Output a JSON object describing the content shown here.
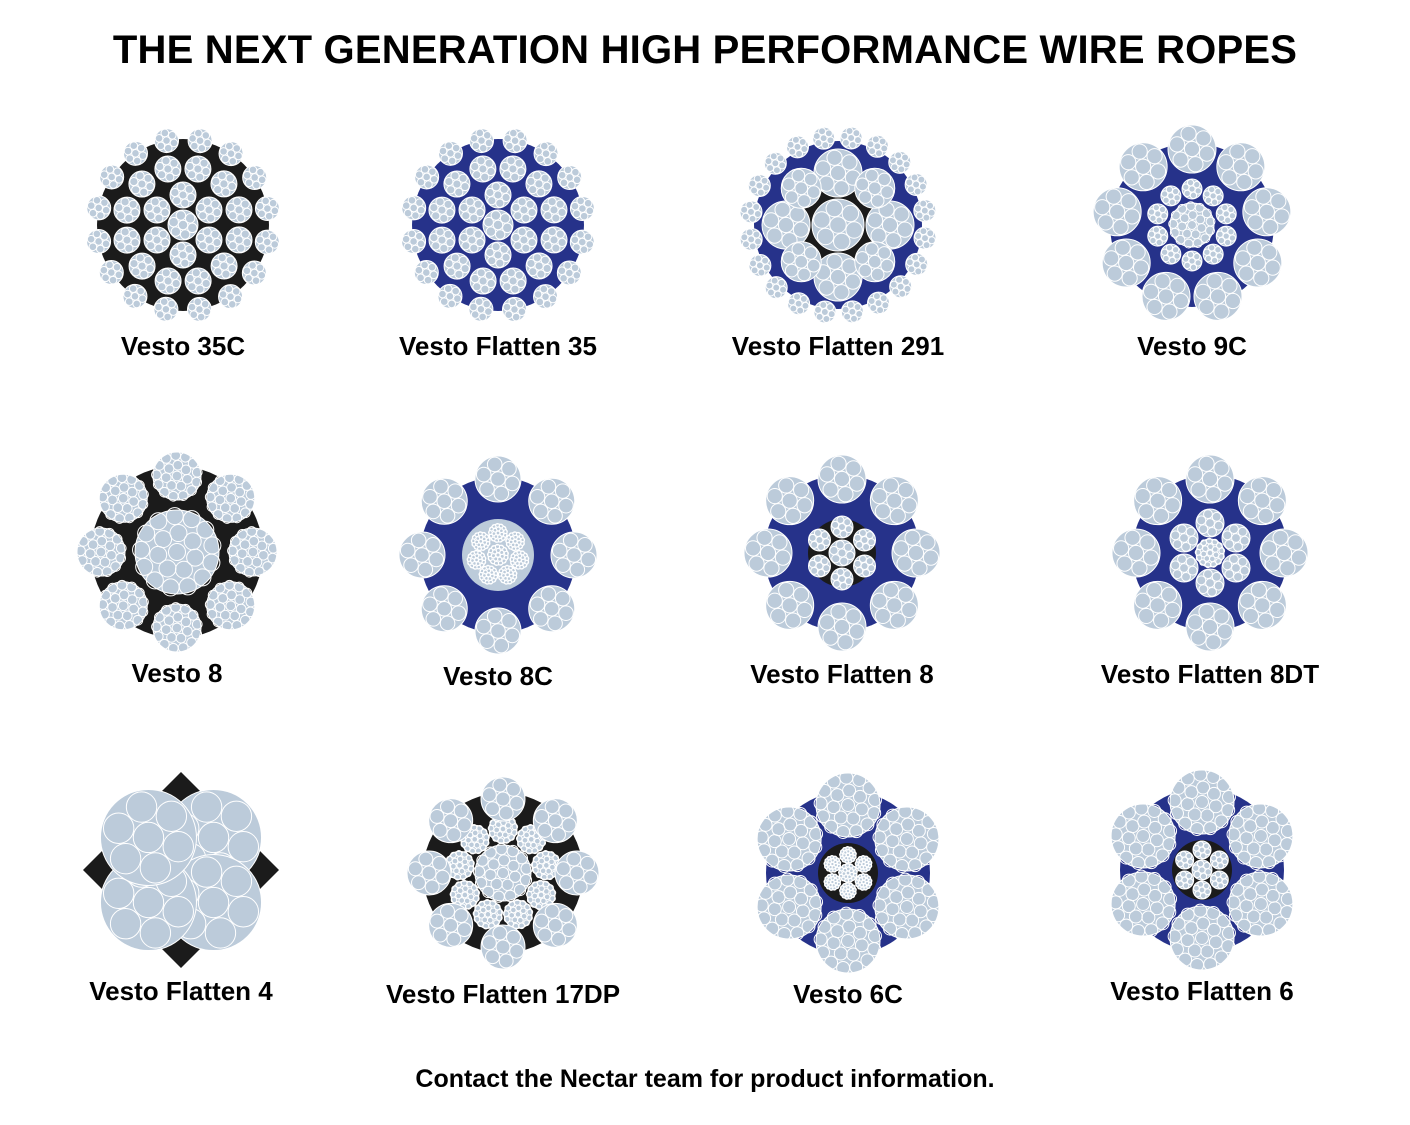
{
  "page": {
    "title": "THE NEXT GENERATION HIGH PERFORMANCE WIRE ROPES",
    "footer": "Contact the Nectar team for product information."
  },
  "colors": {
    "strand": "#bccbda",
    "wire_outline": "#ffffff",
    "core_black": "#1b1b1b",
    "fill_blue": "#26328a"
  },
  "ropes": [
    {
      "label": "Vesto 35C",
      "pattern": "multi-strand-35",
      "fill": "black"
    },
    {
      "label": "Vesto Flatten 35",
      "pattern": "multi-strand-35",
      "fill": "blue"
    },
    {
      "label": "Vesto Flatten 291",
      "pattern": "large-strands-ring",
      "fill": "blue"
    },
    {
      "label": "Vesto 9C",
      "pattern": "nine-strand-compacted",
      "fill": "blue"
    },
    {
      "label": "Vesto 8",
      "pattern": "eight-strand-fine-wire",
      "fill": "black"
    },
    {
      "label": "Vesto 8C",
      "pattern": "eight-strand-compacted",
      "fill": "blue"
    },
    {
      "label": "Vesto Flatten 8",
      "pattern": "eight-strand-flatten",
      "fill": "blue"
    },
    {
      "label": "Vesto Flatten 8DT",
      "pattern": "eight-strand-flatten-dt",
      "fill": "blue"
    },
    {
      "label": "Vesto Flatten 4",
      "pattern": "four-strand-flatten",
      "fill": "black"
    },
    {
      "label": "Vesto Flatten 17DP",
      "pattern": "seventeen-strand-dp",
      "fill": "black"
    },
    {
      "label": "Vesto 6C",
      "pattern": "six-strand-compacted",
      "fill": "blue"
    },
    {
      "label": "Vesto Flatten 6",
      "pattern": "six-strand-flatten",
      "fill": "blue"
    }
  ]
}
